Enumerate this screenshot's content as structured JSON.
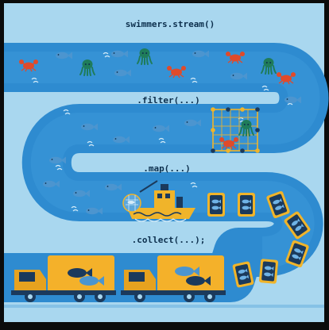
{
  "labels": {
    "stream": "swimmers.stream()",
    "filter": ".filter(...)",
    "map": ".map(...)",
    "collect": ".collect(...);"
  },
  "colors": {
    "background": "#a9d7ef",
    "river": "#2e8bd0",
    "river_light": "#5aa6dc",
    "fish": "#4c95cf",
    "fish_dark": "#2a6aa6",
    "crab": "#e04a2a",
    "octopus": "#1f7c5a",
    "net": "#f0b42a",
    "package": "#1b3a5c",
    "truck": "#f4b12a",
    "truck_cab": "#e6a21f",
    "frame": "#0b0b0b"
  },
  "icons": [
    "fish-icon",
    "crab-icon",
    "octopus-icon",
    "net-icon",
    "boat-icon",
    "fish-package-icon",
    "truck-icon"
  ]
}
